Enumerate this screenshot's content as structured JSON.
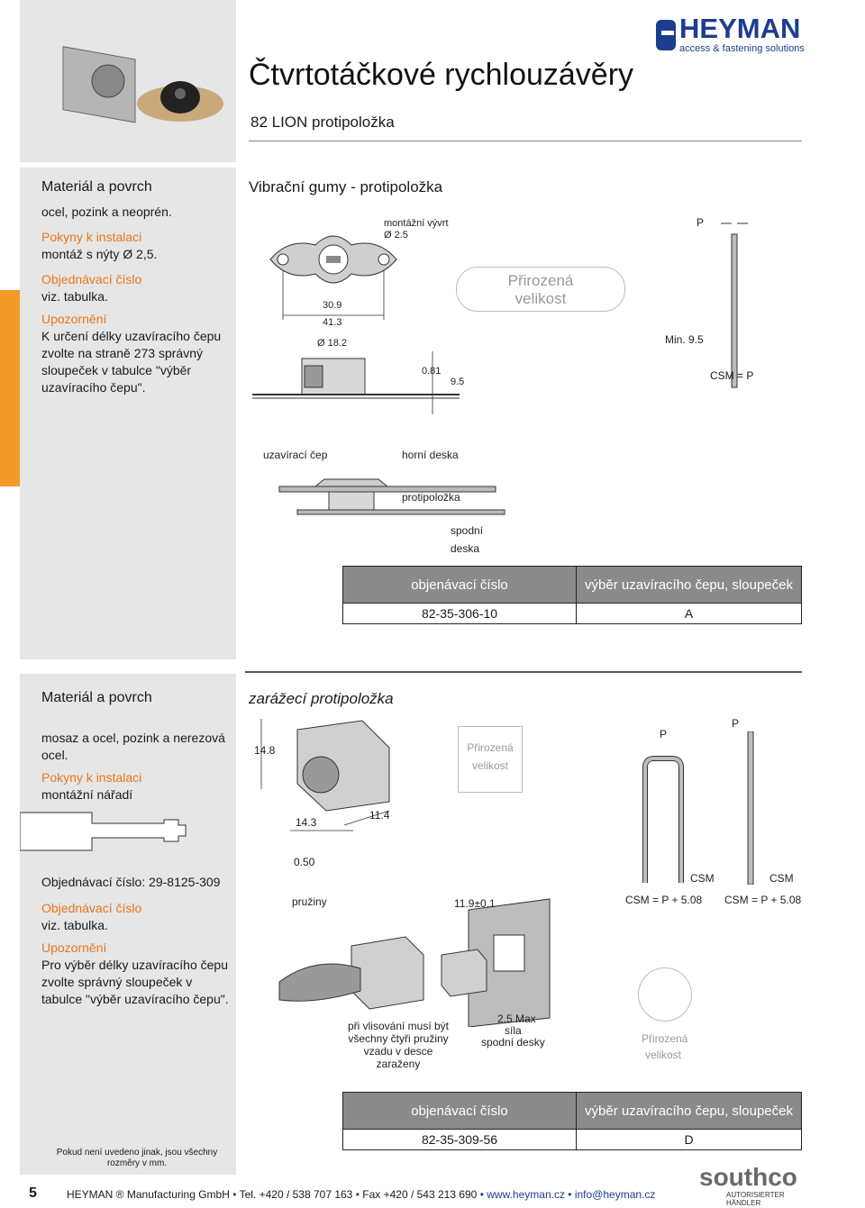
{
  "header": {
    "title": "Čtvrtotáčkové rychlouzávěry",
    "subtitle": "82 LION protipoložka",
    "logo_text": "HEYMAN",
    "logo_tagline": "access & fastening solutions"
  },
  "colors": {
    "accent_orange": "#e8761a",
    "tab_orange": "#f39a2b",
    "brand_blue": "#1d3d8f",
    "panel_gray": "#e6e6e6",
    "header_gray": "#8a8a8a"
  },
  "section1": {
    "left": {
      "material_heading": "Materiál a povrch",
      "material_text": "ocel, pozink a neoprén.",
      "install_heading": "Pokyny k instalaci",
      "install_text": "montáž s nýty Ø 2,5.",
      "order_heading": "Objednávací číslo",
      "order_text": "viz. tabulka.",
      "warning_heading": "Upozornění",
      "warning_text": "K určení délky uzavíracího čepu zvolte na straně 273 správný sloupeček v tabulce \"výběr uzavíracího čepu\"."
    },
    "title": "Vibrační gumy - protipoložka",
    "dims": {
      "hole_label_1": "montážní vývrt",
      "hole_label_2": "Ø 2.5",
      "d1": "30.9",
      "d2": "41.3",
      "d3": "Ø 18.2",
      "d4": "0.81",
      "d5": "9.5",
      "p": "P",
      "min": "Min. 9.5",
      "csm": "CSM",
      "eq": "= P"
    },
    "badge": [
      "Přirozená",
      "velikost"
    ],
    "assembly": {
      "l1": "uzavírací čep",
      "l2": "horní deska",
      "l3": "protipoložka",
      "l4": "spodní",
      "l5": "deska"
    },
    "table": {
      "h1": "objenávací číslo",
      "h2": "výběr uzavíracího čepu, sloupeček",
      "c1": "82-35-306-10",
      "c2": "A"
    }
  },
  "section2": {
    "left": {
      "material_heading": "Materiál a povrch",
      "material_text": "mosaz a ocel, pozink a nerezová ocel.",
      "install_heading": "Pokyny k instalaci",
      "install_text": "montážní nářadí",
      "order_number": "Objednávací číslo: 29-8125-309",
      "order_heading": "Objednávací číslo",
      "order_text": "viz. tabulka.",
      "warning_heading": "Upozornění",
      "warning_text": "Pro výběr délky uzavíracího čepu zvolte správný sloupeček v tabulce \"výběr uzavíracího čepu\".",
      "note": "Pokud není uvedeno jinak, jsou všechny rozměry v mm."
    },
    "title": "zarážecí protipoložka",
    "dims": {
      "d1": "14.8",
      "d2": "14.3",
      "d3": "11.4",
      "d4": "0.50",
      "p": "P",
      "csm": "CSM",
      "csm_eq": "CSM = P + 5.08",
      "springs": "pružiny",
      "tol": "11.9±0.1",
      "max1": "2.5 Max",
      "max2": "síla",
      "max3": "spodní desky",
      "press": "při vlisování musí být všechny čtyři pružiny vzadu v desce zaraženy"
    },
    "badge": [
      "Přirozená",
      "velikost"
    ],
    "table": {
      "h1": "objenávací číslo",
      "h2": "výběr uzavíracího čepu, sloupeček",
      "c1": "82-35-309-56",
      "c2": "D"
    }
  },
  "footer": {
    "page": "5",
    "company": "HEYMAN ® Manufacturing GmbH",
    "tel": "Tel. +420 / 538 707 163",
    "fax": "Fax +420 / 543 213 690",
    "web": "www.heyman.cz",
    "mail": "info@heyman.cz",
    "partner": "southco",
    "partner_sub": "AUTORISIERTER HÄNDLER"
  }
}
